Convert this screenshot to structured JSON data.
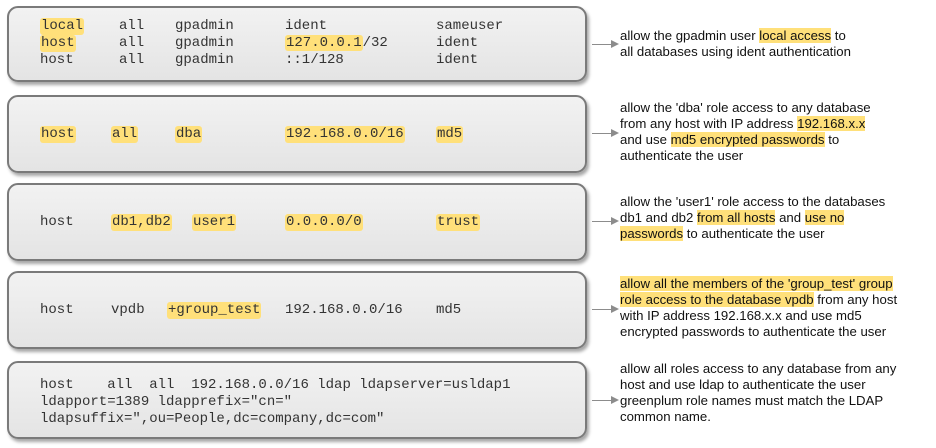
{
  "rows": [
    {
      "lines": [
        [
          "local",
          "all",
          "gpadmin",
          "ident",
          "sameuser"
        ],
        [
          "host",
          "all",
          "gpadmin",
          "127.0.0.1/32",
          "ident"
        ],
        [
          "host",
          "all",
          "gpadmin",
          "::1/128",
          "ident"
        ]
      ],
      "hl_127": "127.0.0.1",
      "hl_127_suffix": "/32",
      "desc": {
        "p1": "allow the gpadmin user ",
        "h1": "local access",
        "p2": " to",
        "p3": "all databases using ident authentication"
      }
    },
    {
      "line": [
        "host",
        "all",
        "dba",
        "192.168.0.0/16",
        "md5"
      ],
      "desc": {
        "p1": "allow the 'dba' role access to any database",
        "p2": "from any host with IP address ",
        "h1": "192.168.x.x",
        "p3": "and use ",
        "h2": "md5 encrypted passwords",
        "p4": " to",
        "p5": "authenticate the user"
      }
    },
    {
      "line": [
        "host",
        "db1,db2",
        "user1",
        "0.0.0.0/0",
        "trust"
      ],
      "desc": {
        "p1": "allow the 'user1' role access to the databases",
        "p2": "db1 and db2 ",
        "h1": "from all hosts",
        "p3": " and ",
        "h2": "use no",
        "h3": "passwords",
        "p4": " to authenticate the user"
      }
    },
    {
      "line": [
        "host",
        "vpdb",
        "+group_test",
        "192.168.0.0/16",
        "md5"
      ],
      "desc": {
        "h1": "allow all the members of the 'group_test' group",
        "h2": "role access to the database vpdb",
        "p1": " from any host",
        "p2": "with IP address 192.168.x.x and use md5",
        "p3": "encrypted  passwords to authenticate the user"
      }
    },
    {
      "lines": [
        "host    all  all  192.168.0.0/16 ldap ldapserver=usldap1",
        "ldapport=1389 ldapprefix=\"cn=\"",
        "ldapsuffix=\",ou=People,dc=company,dc=com\""
      ],
      "desc": {
        "p1": "allow all roles access to any database from any",
        "p2": "host and use ldap to authenticate the user",
        "p3": "greenplum role names must match the LDAP",
        "p4": "common name."
      }
    }
  ]
}
